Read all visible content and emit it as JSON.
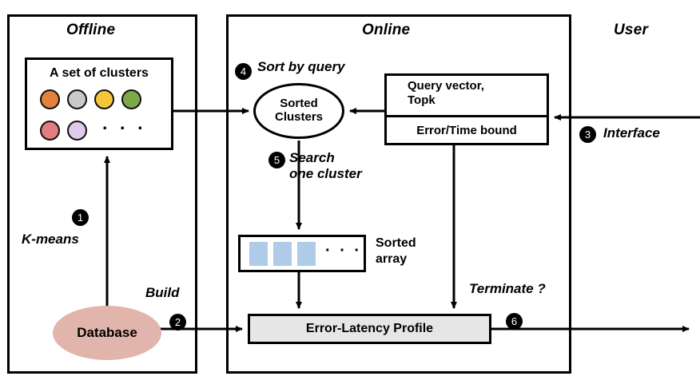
{
  "panels": {
    "offline": {
      "title": "Offline"
    },
    "online": {
      "title": "Online"
    },
    "user": {
      "title": "User"
    }
  },
  "clusters_box": {
    "label": "A set of clusters",
    "ellipsis": "· · ·",
    "dots": [
      {
        "name": "cluster-dot-orange",
        "color": "#e2823c"
      },
      {
        "name": "cluster-dot-gray",
        "color": "#c9c9c9"
      },
      {
        "name": "cluster-dot-yellow",
        "color": "#f5c63c"
      },
      {
        "name": "cluster-dot-green",
        "color": "#7ba948"
      },
      {
        "name": "cluster-dot-red",
        "color": "#e27c80"
      },
      {
        "name": "cluster-dot-purple",
        "color": "#ddcbe9"
      }
    ]
  },
  "database": {
    "label": "Database",
    "color": "#e2b5ac"
  },
  "sorted_clusters": {
    "line1": "Sorted",
    "line2": "Clusters"
  },
  "query_box": {
    "top_line1": "Query vector,",
    "top_line2": "Topk",
    "bottom": "Error/Time bound"
  },
  "sorted_array": {
    "label_line1": "Sorted",
    "label_line2": "array",
    "ellipsis": "· · ·",
    "cell_color": "#aecbe8",
    "cells": 3
  },
  "error_latency_profile": {
    "label": "Error-Latency Profile",
    "color": "#e6e6e6"
  },
  "steps": [
    {
      "number": "1",
      "label": "K-means"
    },
    {
      "number": "2",
      "label": "Build"
    },
    {
      "number": "3",
      "label": "Interface"
    },
    {
      "number": "4",
      "label": "Sort by query"
    },
    {
      "number": "5",
      "label_line1": "Search",
      "label_line2": "one cluster"
    },
    {
      "number": "6",
      "label": "Terminate ?"
    }
  ],
  "colors": {
    "stroke": "#000000",
    "background": "#ffffff"
  }
}
